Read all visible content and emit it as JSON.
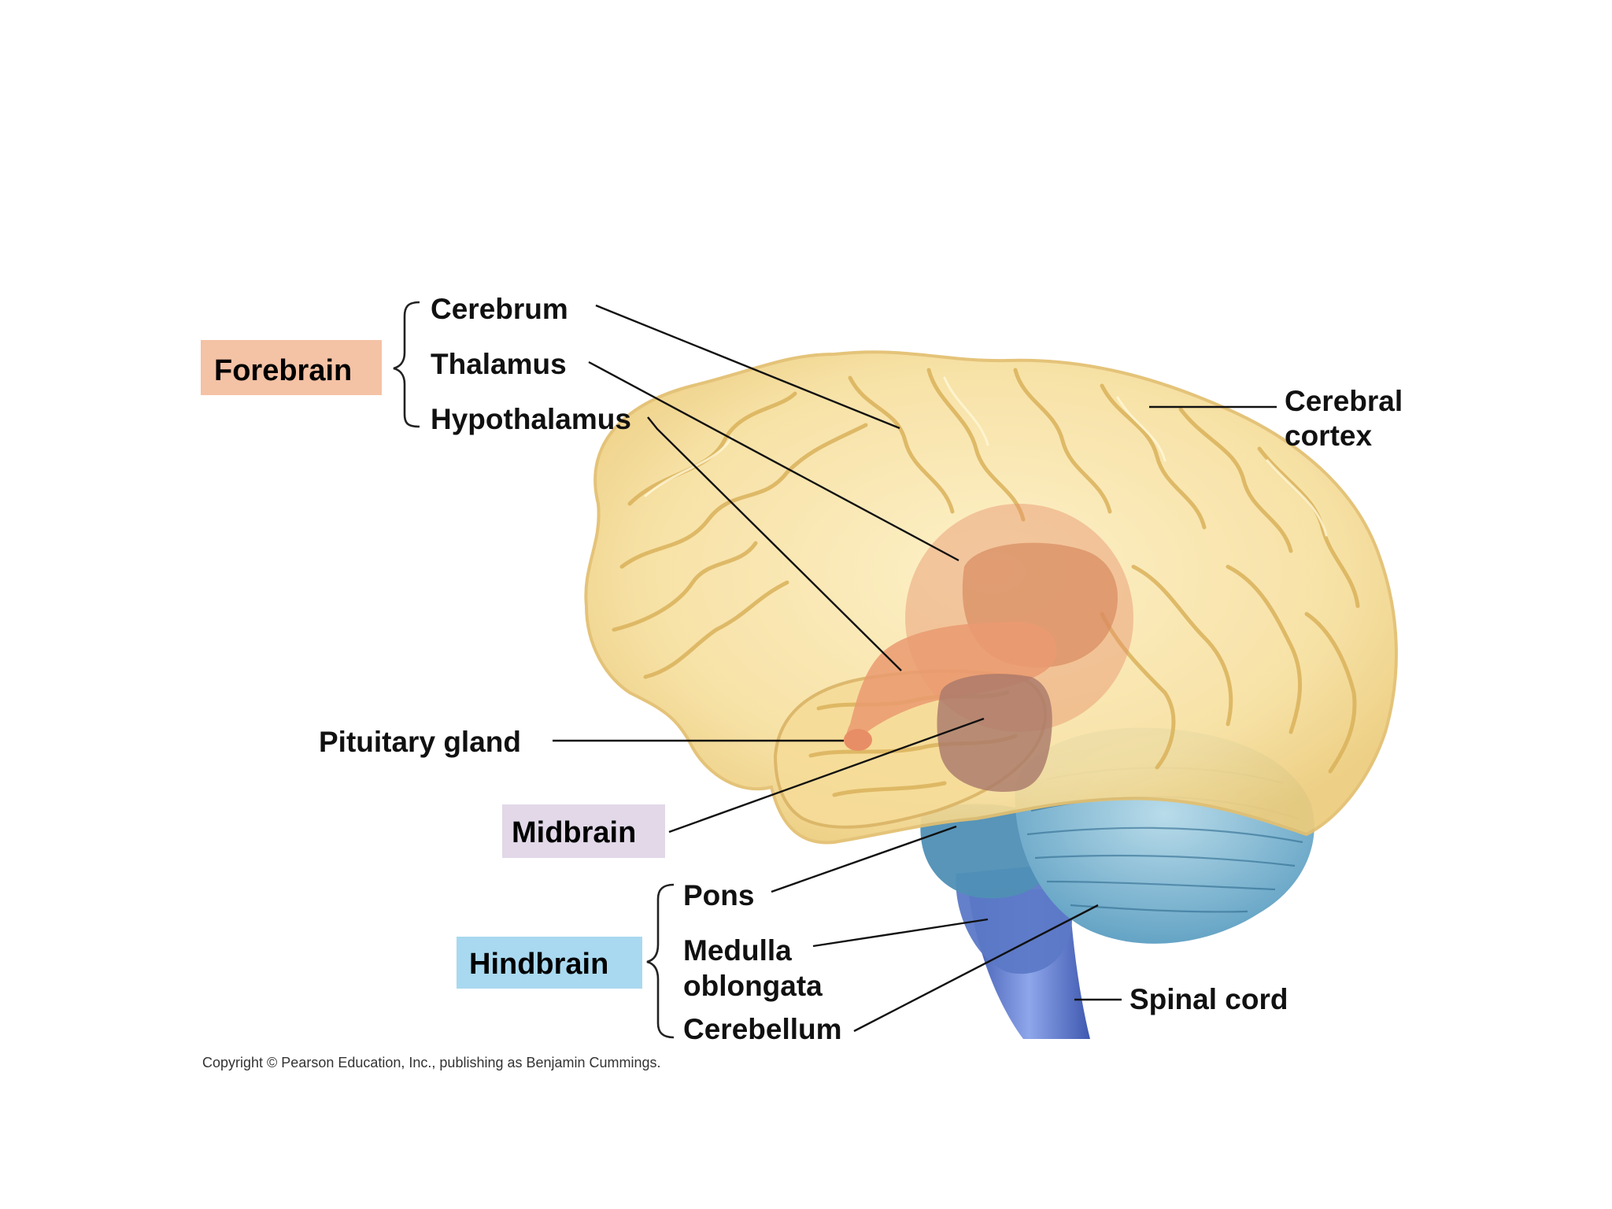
{
  "groups": {
    "forebrain": {
      "label": "Forebrain",
      "color": "#f4c2a5"
    },
    "midbrain": {
      "label": "Midbrain",
      "color": "#e2d8e8"
    },
    "hindbrain": {
      "label": "Hindbrain",
      "color": "#a9d9f0"
    }
  },
  "labels": {
    "cerebrum": "Cerebrum",
    "thalamus": "Thalamus",
    "hypothalamus": "Hypothalamus",
    "cerebral_cortex_line1": "Cerebral",
    "cerebral_cortex_line2": "cortex",
    "pituitary_gland": "Pituitary gland",
    "pons": "Pons",
    "medulla_line1": "Medulla",
    "medulla_line2": "oblongata",
    "cerebellum": "Cerebellum",
    "spinal_cord": "Spinal cord"
  },
  "copyright": "Copyright © Pearson Education, Inc., publishing as Benjamin Cummings.",
  "colors": {
    "cerebrum_fill": "#f8e3a6",
    "gyrus_stroke": "#d9b25a",
    "diencephalon": "#e6936d",
    "midbrain_fill": "#b58a7a",
    "pons_fill": "#4f8fb5",
    "medulla_fill": "#5c79c7",
    "cerebellum_fill": "#8cc3da"
  }
}
